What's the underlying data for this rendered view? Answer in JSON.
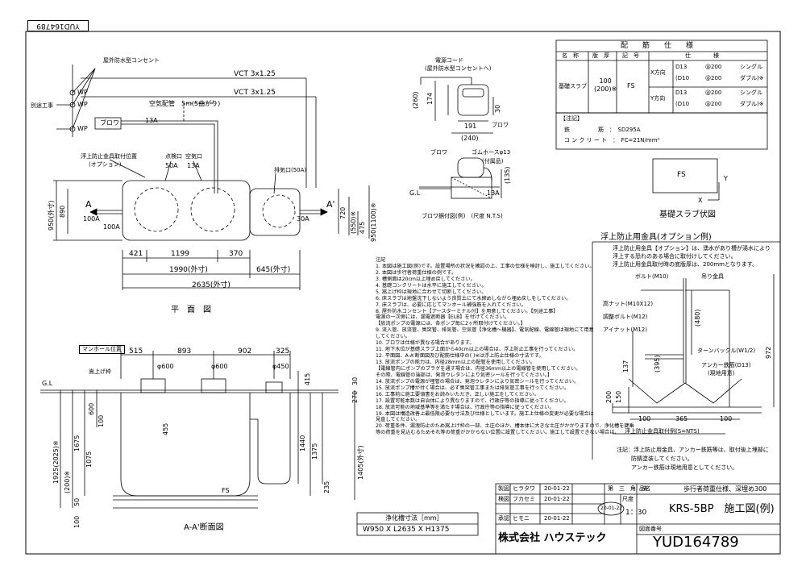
{
  "drawing_number": "YUD164789",
  "spec_table": {
    "title": "配　　筋　　仕　　様",
    "headers": [
      "名　称",
      "版　厚",
      "記　号",
      "仕　　　　様"
    ],
    "row_name": "基礎スラブ",
    "thickness": "100\n(200)※",
    "symbol": "FS",
    "x_dir": "X方向",
    "y_dir": "Y方向",
    "x_specs": [
      [
        "D13",
        "@200",
        "シングル"
      ],
      [
        "(D10",
        "@200",
        "ダブル)※"
      ]
    ],
    "y_specs": [
      [
        "D13",
        "@200",
        "シングル"
      ],
      [
        "(D10",
        "@200",
        "ダブル)※"
      ]
    ],
    "note_title": "【注記】",
    "rebar_label": "鉄　　　　　筋　：　SD295A",
    "concrete_label": "コ ン ク リ ー ト　：　FC=21N/mm²"
  },
  "plan": {
    "title": "平　面　図",
    "outlet_label": "屋外防水型コンセント",
    "separate_work": "別途工事",
    "wp": [
      "WP",
      "WP",
      "WP"
    ],
    "vct1": "VCT 3x1.25",
    "vct2": "VCT 3x1.25",
    "air_pipe": "空気配管　5m(5曲がり)",
    "blower": "ブロワ",
    "a13": "13A",
    "float_hook": "浮上防止金具取付位置",
    "option": "(オプション)",
    "inspection": "点検口",
    "air_port": "空気口",
    "p50a": "50A",
    "p13a": "13A",
    "exhaust": "排気口(50A)",
    "a_left": "A",
    "a_right": "A'",
    "p100a_1": "100A",
    "p100a_2": "100A",
    "p30a": "30A",
    "d950": "950(外寸)",
    "d890": "890",
    "d720": "720",
    "d550": "(550)※",
    "d475": "475",
    "d950b": "950(1100)※",
    "d421": "421",
    "d1199": "1199",
    "d370": "370",
    "d1990": "1990(外寸)",
    "d645": "645(外寸)",
    "d2635": "2635(外寸)"
  },
  "blower_detail": {
    "cord": "電源コード",
    "cord2": "(屋外防水型コンセントへ)",
    "d260": "(260)",
    "d174": "174",
    "d30": "30",
    "d191": "191",
    "d240": "(240)",
    "blower1": "ブロワ",
    "blower2": "ブロワ",
    "hose": "ゴムホースφ13",
    "attached": "(付属品)",
    "gl": "G.L",
    "d135": "(135)",
    "d13a": "13A",
    "title": "ブロワ据付図(例)　(尺度 N.T.S)"
  },
  "slab": {
    "fs": "FS",
    "x": "X",
    "y": "Y",
    "title": "基礎スラブ伏図"
  },
  "anchor": {
    "title": "浮上防止用金具(オプション例)",
    "desc1": "浮上防止用金具【オプション】は、湧水があり槽が湯水により",
    "desc2": "浮上する恐れのある場合に取付けしてください。",
    "desc3": "浮上防止用金具取付時の底版厚は、200mmとなります。",
    "bolt": "ボルト(M10)",
    "hook": "吊り金具",
    "hnut": "高ナット(M10X12)",
    "adjbolt": "調整ボルト(M12)",
    "eyenut": "アイナット(M12)",
    "turnbuckle": "ターンバックル(W1/2)",
    "anchor_rebar": "アンカー鉄筋(D13)",
    "onsite": "(現地用意)",
    "d480": "(480)",
    "d972": "972",
    "d395": "(395)",
    "d137": "137",
    "d200": "200",
    "d150": "150",
    "d100a": "100",
    "d365": "365",
    "d100b": "100",
    "caption": "浮上防止金具取付例(S=NTS)",
    "note1": "注記：浮上防止用金具、アンカー鉄筋等は、取付後上埋部に",
    "note2": "防錆塗装してください。",
    "note3": "アンカー鉄筋は現地用意としてください。"
  },
  "section": {
    "title": "A-A'断面図",
    "manhole": "マンホール位置",
    "lift": "嵩上げ枠",
    "gl": "G.L",
    "fs": "FS",
    "d515": "515",
    "d893": "893",
    "d902": "902",
    "d325": "325",
    "phi600a": "φ600",
    "phi600b": "φ600",
    "phi450": "φ450",
    "d600": "600",
    "d455": "455",
    "d1675": "1675",
    "d1075": "1075",
    "d100": "100",
    "d1925": "1925(2025)※",
    "d200": "(200)※",
    "d50": "50",
    "d100b": "100",
    "d415": "415",
    "d1440": "1440",
    "d1375": "1375",
    "d235": "235",
    "d30": "30",
    "d270": "270",
    "d1405": "1405(外寸)"
  },
  "notes": [
    "注記",
    "1. 本図は施工図(例)です。設置場所の状況を確認の上、工事の仕様を検討し、施工してください。",
    "2. 本図は歩行者荷重仕様の例です。",
    "3. 槽側面は20cm以上埋め戻してください。",
    "4. 基礎コンクリートは水平に施工してください。",
    "5. 嵩上げ枠は現地に合わせて切断してください。",
    "6. 床スラブは地盤沈下しないよう良質土にて水締めしながら埋め戻しをしてください。",
    "7. 床スラブは、必要に応じてマンホール補強筋を入れてください。",
    "8. 屋外防水コンセント【アースターミナル付】を用意してください。【別途工事】",
    "   電源の一次側には、漏電遮断器【ELB】を付けてください。",
    "   【放流ポンプの電源には、各ポンプ毎に2ヶ所取付けてください。】",
    "9. 流入管、放流管、臭突管、排気管、空気管【浄化槽～機器】、電気配線、電線管は現地にて用意",
    "   してください。",
    "10. ブロワは仕様が異なる場合があります。",
    "11. 地下水位が基礎スラブ上面から40cm以上の場合は、浮上防止工事を行ってください。",
    "12. 平面図、A-A'断面図及び配筋仕様中の( )※は浮上防止仕様の寸法です。",
    "13. 放流ポンプの能力は、内径28mm以上の配管を使用してください。",
    "   【電線管内にポンプのプラグを通す場合は、内径36mm以上の電線管を使用してください。",
    "   その際、電線管の端部は、発泡ウレタンにより気密シールを行ってください。】",
    "14. 放流ポンプの電源が埋管の場合は、発泡ウレタンにより気密シールを行ってください。",
    "15. 放流ポンプ槽が付く場合は、必ず臭突管工事または排気管工事を行ってください。",
    "16. 工事前に施工要領書をお読みいただき、正しい施工をしてください。",
    "17. 設置可能本数は自治体により異なりますので、行政庁等の指導に従ってください。",
    "18. 放流可能の地域基準等を満たす場合は、行政庁等の指導に従ってください。",
    "19. 本図は構造改善上最低限必要な寸法及び仕様としています。施工上仕様の変更が必要な場合は",
    "   見直してください。",
    "20. 荷重条件、漏洩防止のため嵩上げ枠の一部、土圧のほか、槽本体に大きな土圧がかかりますので、浄化槽を鍵乗",
    "   等の荷重を見込むるためそれ等の荷重がかからない位置に設置してください。施工して設置できない場合は、",
    "   別途ご相談ください。"
  ],
  "size_box": {
    "title": "浄化槽寸法［mm］",
    "value": "W950 X L2635 X H1375"
  },
  "company": "株式会社 ハウステック",
  "title_block": {
    "r1": [
      "製図",
      "ヒラタワ",
      "20-01-22",
      "第　三　角　法"
    ],
    "r2": [
      "検図",
      "フカセミ",
      "20-01-22"
    ],
    "r3": [
      "承認",
      "ヒモニ",
      "20-01-22"
    ],
    "stamp": "20-01-22",
    "scale_label": "尺度",
    "scale": "1：30",
    "product_label": "品名",
    "product": "歩行者荷重仕様、深埋め300",
    "model": "KRS-5BP　施工図(例)",
    "drawing_no_label": "図面番号",
    "drawing_no": "YUD164789"
  }
}
